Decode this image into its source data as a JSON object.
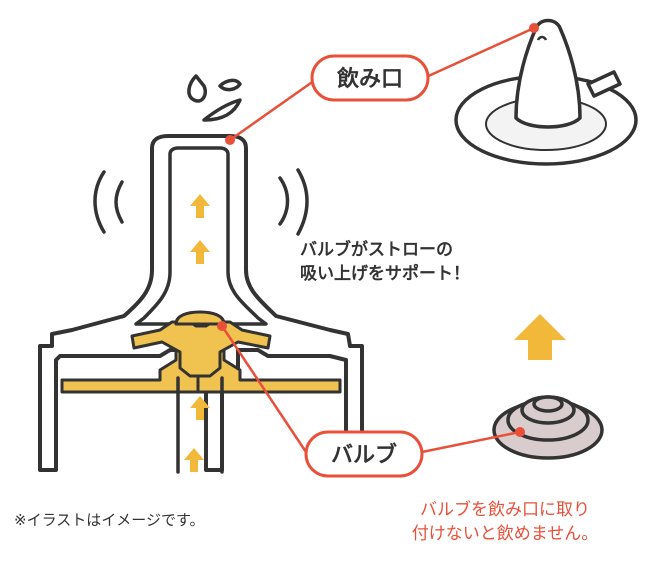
{
  "labels": {
    "mouthpiece": "飲み口",
    "valve": "バルブ"
  },
  "captions": {
    "support": "バルブがストローの\n吸い上げをサポート！",
    "note": "※イラストはイメージです。",
    "warning": "バルブを飲み口に取り\n付けないと飲めません。"
  },
  "colors": {
    "outline": "#333333",
    "accent_red": "#e8503a",
    "arrow_yellow": "#f2b83a",
    "valve_yellow": "#f0c24f",
    "valve_gray": "#d9cccc"
  }
}
